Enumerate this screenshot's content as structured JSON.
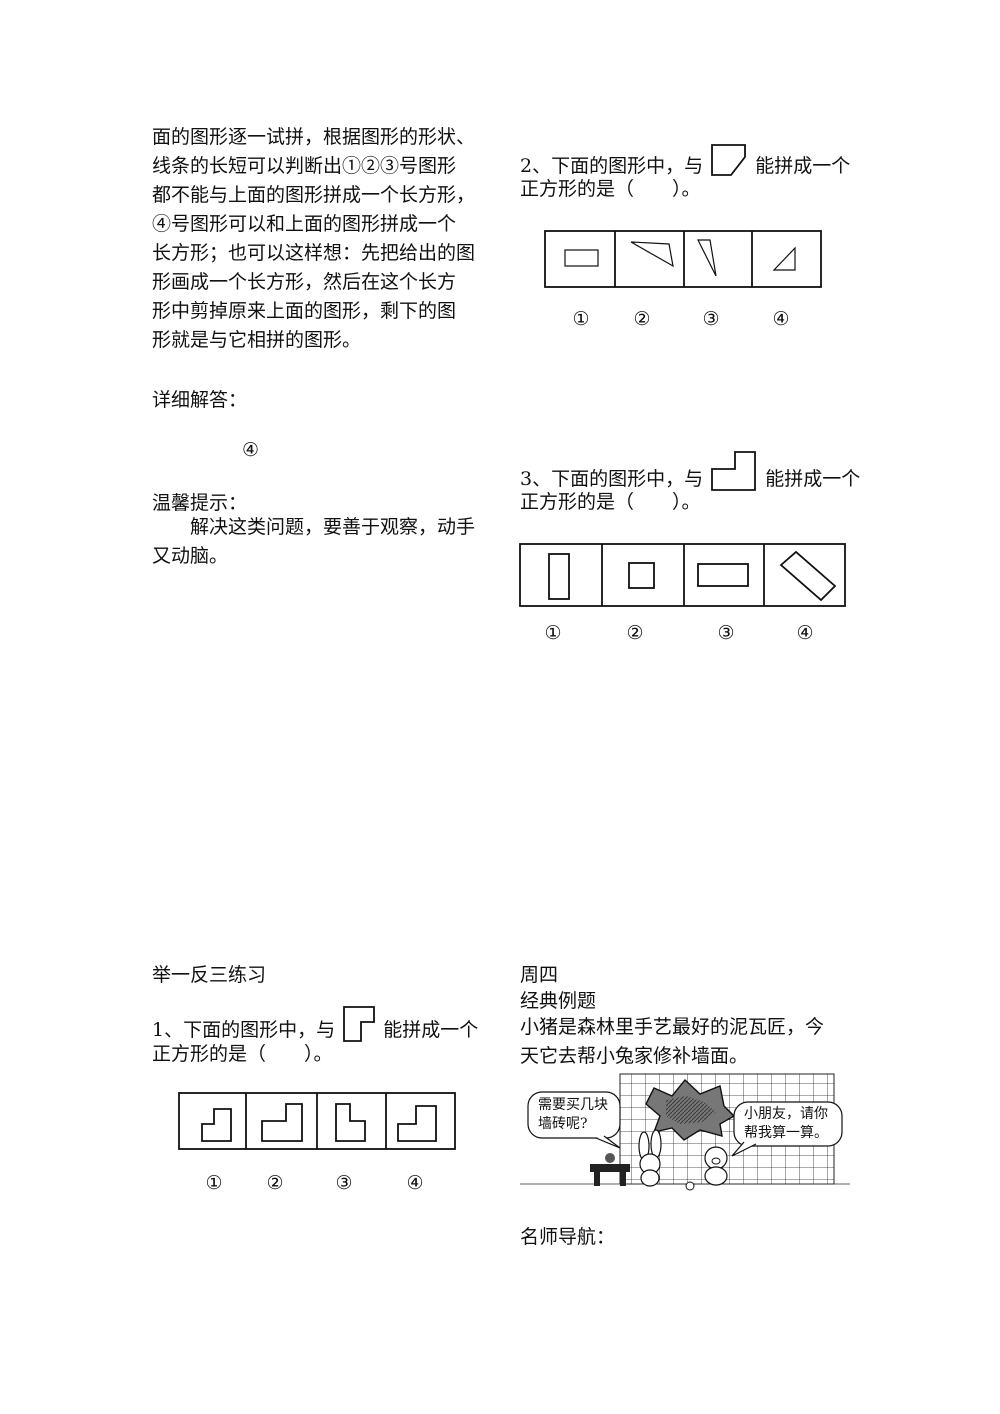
{
  "left_top": {
    "paragraph_lines": [
      "面的图形逐一试拼，根据图形的形状、",
      "线条的长短可以判断出①②③号图形",
      "都不能与上面的图形拼成一个长方形，",
      "④号图形可以和上面的图形拼成一个",
      "长方形；也可以这样想：先把给出的图",
      "形画成一个长方形，然后在这个长方",
      "形中剪掉原来上面的图形，剩下的图",
      "形就是与它相拼的图形。"
    ],
    "detail_heading": "详细解答：",
    "answer": "④",
    "tip_heading": "温馨提示：",
    "tip_lines": [
      "　　解决这类问题，要善于观察，动手",
      "又动脑。"
    ]
  },
  "q2": {
    "prefix": "2、下面的图形中，与",
    "suffix": "能拼成一个",
    "line2": "正方形的是（　　）。",
    "options": [
      "①",
      "②",
      "③",
      "④"
    ]
  },
  "q3": {
    "prefix": "3、下面的图形中，与",
    "suffix": "能拼成一个",
    "line2": "正方形的是（　　）。",
    "options": [
      "①",
      "②",
      "③",
      "④"
    ]
  },
  "practice": {
    "heading": "举一反三练习",
    "prefix": "1、下面的图形中，与",
    "suffix": "能拼成一个",
    "line2": "正方形的是（　　）。",
    "options": [
      "①",
      "②",
      "③",
      "④"
    ]
  },
  "thursday": {
    "day": "周四",
    "heading": "经典例题",
    "problem_lines": [
      "小猪是森林里手艺最好的泥瓦匠，今",
      "天它去帮小兔家修补墙面。"
    ],
    "bubble_rabbit": [
      "需要买几块",
      "墙砖呢?"
    ],
    "bubble_pig": [
      "小朋友，请你",
      "帮我算一算。"
    ],
    "guide_heading": "名师导航："
  }
}
